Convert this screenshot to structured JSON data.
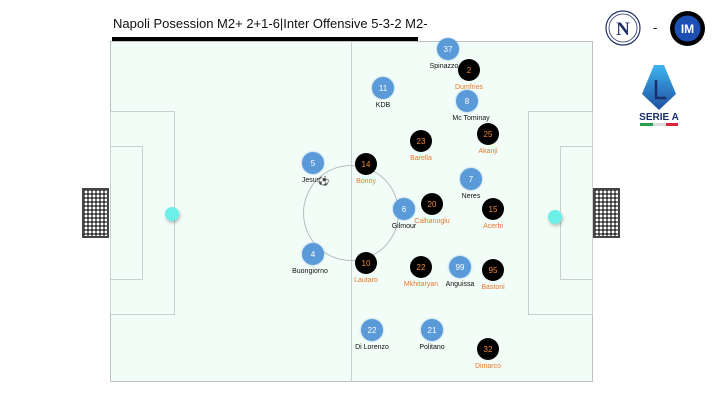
{
  "title": "Napoli Posession M2+ 2+1-6|Inter Offensive 5-3-2 M2-",
  "logos": {
    "home": "N",
    "separator": "-",
    "away": "IM",
    "league": "SERIE A"
  },
  "colors": {
    "napoli": "#5b9ad9",
    "inter": "#000000",
    "inter_label": "#e8772e",
    "pitch": "#f2fdf7",
    "spot": "#6cefe8"
  },
  "napoli": [
    {
      "number": "37",
      "name": "Spinazzo"
    },
    {
      "number": "11",
      "name": "KDB"
    },
    {
      "number": "8",
      "name": "Mc Tominay"
    },
    {
      "number": "5",
      "name": "Jesus"
    },
    {
      "number": "7",
      "name": "Neres"
    },
    {
      "number": "6",
      "name": "Gilmour"
    },
    {
      "number": "4",
      "name": "Buongiorno"
    },
    {
      "number": "99",
      "name": "Anguissa"
    },
    {
      "number": "22",
      "name": "Di Lorenzo"
    },
    {
      "number": "21",
      "name": "Politano"
    }
  ],
  "inter": [
    {
      "number": "2",
      "name": "Dumfries"
    },
    {
      "number": "23",
      "name": "Barella"
    },
    {
      "number": "25",
      "name": "Akanji"
    },
    {
      "number": "14",
      "name": "Bonny"
    },
    {
      "number": "20",
      "name": "Calhanoglu"
    },
    {
      "number": "15",
      "name": "Acerbi"
    },
    {
      "number": "10",
      "name": "Lautaro"
    },
    {
      "number": "22",
      "name": "Mkhitaryan"
    },
    {
      "number": "95",
      "name": "Bastoni"
    },
    {
      "number": "32",
      "name": "Dimarco"
    }
  ],
  "icons": {
    "ball": "soccer-ball-icon",
    "goal": "goal-net-icon"
  }
}
